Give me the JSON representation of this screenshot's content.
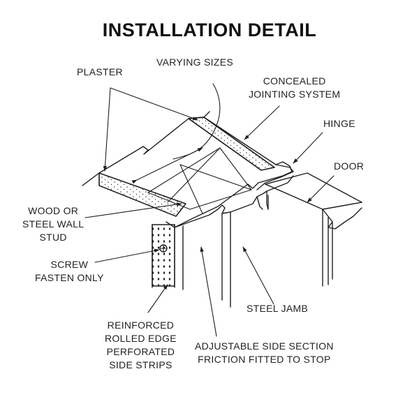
{
  "title": "INSTALLATION DETAIL",
  "labels": {
    "plaster": "PLASTER",
    "varying_sizes": "VARYING SIZES",
    "concealed": [
      "CONCEALED",
      "JOINTING SYSTEM"
    ],
    "hinge": "HINGE",
    "door": "DOOR",
    "stud": [
      "WOOD OR",
      "STEEL WALL",
      "STUD"
    ],
    "screw": [
      "SCREW",
      "FASTEN ONLY"
    ],
    "steel_jamb": "STEEL JAMB",
    "reinforced": [
      "REINFORCED",
      "ROLLED EDGE",
      "PERFORATED",
      "SIDE STRIPS"
    ],
    "adjustable": [
      "ADJUSTABLE SIDE SECTION",
      "FRICTION FITTED TO STOP"
    ]
  },
  "colors": {
    "line": "#1f1f1f",
    "stipple": "#3a3a3a",
    "background": "#ffffff"
  }
}
